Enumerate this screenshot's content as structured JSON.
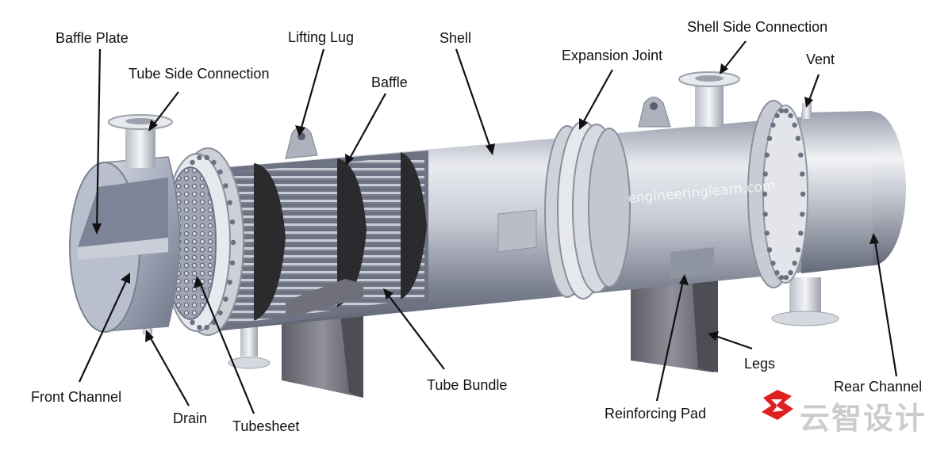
{
  "labels": {
    "baffle_plate": "Baffle Plate",
    "tube_side_connection": "Tube Side Connection",
    "lifting_lug": "Lifting Lug",
    "baffle": "Baffle",
    "shell": "Shell",
    "expansion_joint": "Expansion Joint",
    "shell_side_connection": "Shell Side Connection",
    "vent": "Vent",
    "front_channel": "Front Channel",
    "drain": "Drain",
    "tubesheet": "Tubesheet",
    "tube_bundle": "Tube Bundle",
    "reinforcing_pad": "Reinforcing Pad",
    "legs": "Legs",
    "rear_channel": "Rear Channel"
  },
  "watermark": "engineeringlearn.com",
  "logo": {
    "text": "云智设计",
    "mark_color": "#e02020"
  },
  "colors": {
    "steel_light": "#e6e8ee",
    "steel_mid": "#a6abb8",
    "steel_dark": "#6b7080",
    "baffle_dark": "#2b2b2e",
    "leg_grey": "#6f7078"
  }
}
